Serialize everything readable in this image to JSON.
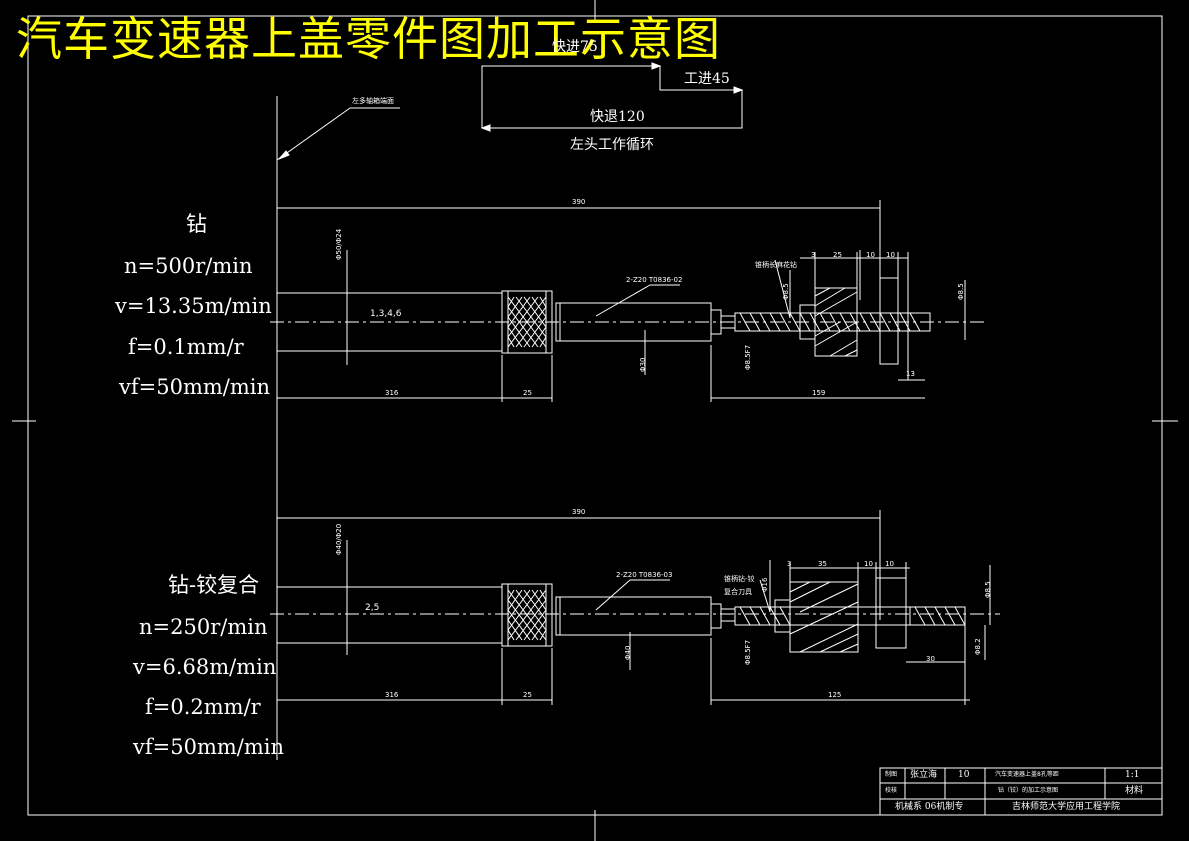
{
  "title": "汽车变速器上盖零件图加工示意图",
  "cycle": {
    "fast_forward": "快进75",
    "work_feed": "工进45",
    "fast_return": "快退120",
    "caption": "左头工作循环"
  },
  "left_face_label": "左多轴箱端面",
  "op1": {
    "name": "钻",
    "n": "n=500r/min",
    "v": "v=13.35m/min",
    "f": "f=0.1mm/r",
    "vf": "vf=50mm/min",
    "spindle_ids": "1,3,4,6",
    "spindle_dia": "Φ50/Φ24",
    "connector": "2-Z20 T0836-02",
    "sleeve_dia": "Φ30",
    "dim_overall": "390",
    "dim_spindle": "316",
    "dim_nut": "25",
    "dim_tool": "159",
    "dim_3": "3",
    "dim_25": "25",
    "dim_10a": "10",
    "dim_10b": "10",
    "dim_13": "13",
    "dim_phi_right": "Φ8.5",
    "dim_phi_drill": "Φ8.5",
    "dim_phi_bush": "Φ8.5F7",
    "tool_note": "锥柄长麻花钻"
  },
  "op2": {
    "name": "钻-铰复合",
    "n": "n=250r/min",
    "v": "v=6.68m/min",
    "f": "f=0.2mm/r",
    "vf": "vf=50mm/min",
    "spindle_ids": "2,5",
    "spindle_dia": "Φ40/Φ20",
    "connector": "2-Z20 T0836-03",
    "sleeve_dia": "Φ40",
    "dim_overall": "390",
    "dim_spindle": "316",
    "dim_nut": "25",
    "dim_tool": "125",
    "dim_3": "3",
    "dim_35": "35",
    "dim_10a": "10",
    "dim_10b": "10",
    "dim_30": "30",
    "dim_phi_right1": "Φ8.5",
    "dim_phi_right2": "Φ8.2",
    "dim_phi_drill": "Φ16",
    "dim_phi_bush": "Φ8.5F7",
    "tool_note1": "锥柄钻-铰",
    "tool_note2": "复合刀具"
  },
  "title_block": {
    "role_draw": "制图",
    "designer": "张立海",
    "sheet_no": "10",
    "drawing_name_1": "汽车变速器上盖8孔等距",
    "drawing_name_2": "钻（铰）的加工示意图",
    "scale": "1:1",
    "role_check": "校核",
    "material": "材料",
    "dept": "机械系 06机制专",
    "school": "吉林师范大学应用工程学院"
  }
}
